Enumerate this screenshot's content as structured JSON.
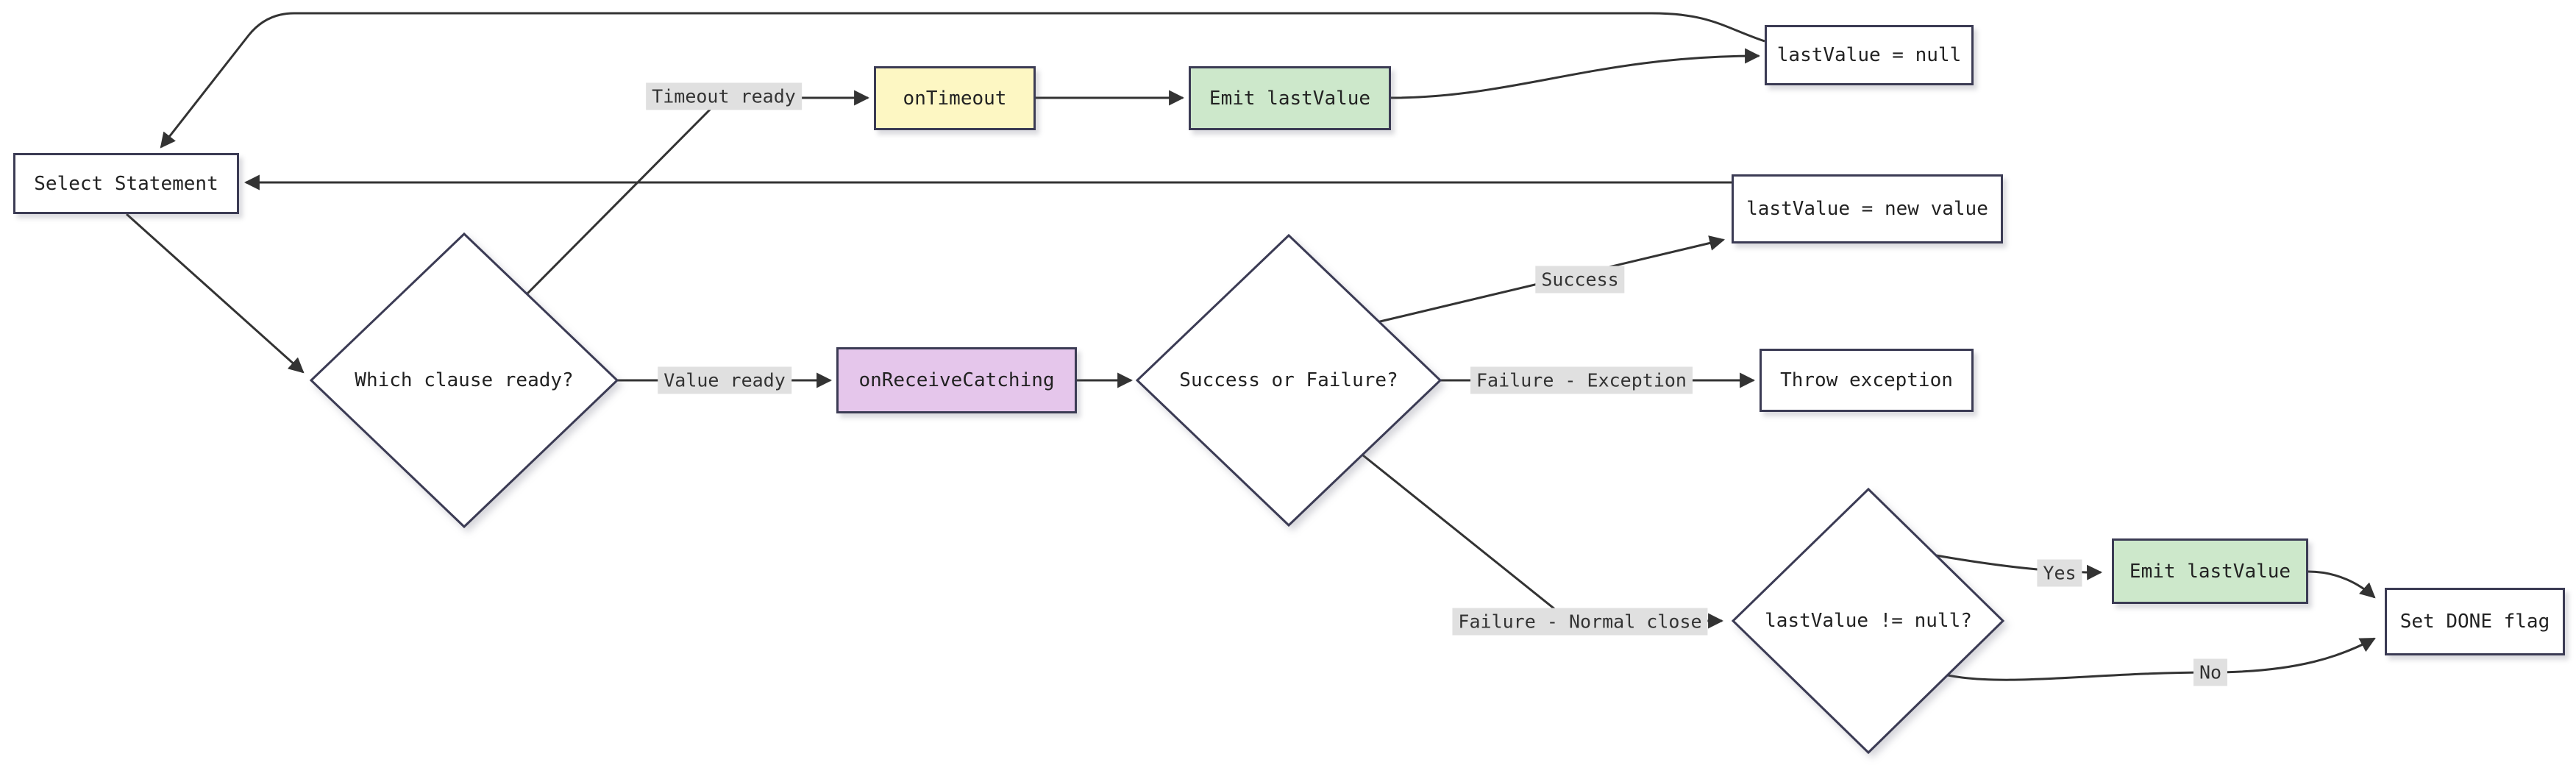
{
  "diagram": {
    "type": "flowchart",
    "nodes": {
      "select_statement": {
        "label": "Select Statement",
        "shape": "rect"
      },
      "which_clause": {
        "label": "Which clause ready?",
        "shape": "diamond"
      },
      "on_timeout": {
        "label": "onTimeout",
        "shape": "rect",
        "fill": "#fdf7c3"
      },
      "emit_last_value_top": {
        "label": "Emit lastValue",
        "shape": "rect",
        "fill": "#cde8cb"
      },
      "last_value_null": {
        "label": "lastValue = null",
        "shape": "rect"
      },
      "on_receive_catching": {
        "label": "onReceiveCatching",
        "shape": "rect",
        "fill": "#e5c6eb"
      },
      "success_or_failure": {
        "label": "Success or Failure?",
        "shape": "diamond"
      },
      "last_value_new": {
        "label": "lastValue = new value",
        "shape": "rect"
      },
      "throw_exception": {
        "label": "Throw exception",
        "shape": "rect"
      },
      "last_value_not_null": {
        "label": "lastValue != null?",
        "shape": "diamond"
      },
      "emit_last_value_bottom": {
        "label": "Emit lastValue",
        "shape": "rect",
        "fill": "#cde8cb"
      },
      "set_done_flag": {
        "label": "Set DONE flag",
        "shape": "rect"
      }
    },
    "edge_labels": {
      "timeout_ready": "Timeout ready",
      "value_ready": "Value ready",
      "success": "Success",
      "failure_exception": "Failure - Exception",
      "failure_normal_close": "Failure - Normal close",
      "yes": "Yes",
      "no": "No"
    },
    "edges": [
      {
        "from": "select_statement",
        "to": "which_clause",
        "label": ""
      },
      {
        "from": "which_clause",
        "to": "on_timeout",
        "label": "Timeout ready"
      },
      {
        "from": "on_timeout",
        "to": "emit_last_value_top",
        "label": ""
      },
      {
        "from": "emit_last_value_top",
        "to": "last_value_null",
        "label": ""
      },
      {
        "from": "last_value_null",
        "to": "select_statement",
        "label": ""
      },
      {
        "from": "which_clause",
        "to": "on_receive_catching",
        "label": "Value ready"
      },
      {
        "from": "on_receive_catching",
        "to": "success_or_failure",
        "label": ""
      },
      {
        "from": "success_or_failure",
        "to": "last_value_new",
        "label": "Success"
      },
      {
        "from": "last_value_new",
        "to": "select_statement",
        "label": ""
      },
      {
        "from": "success_or_failure",
        "to": "throw_exception",
        "label": "Failure - Exception"
      },
      {
        "from": "success_or_failure",
        "to": "last_value_not_null",
        "label": "Failure - Normal close"
      },
      {
        "from": "last_value_not_null",
        "to": "emit_last_value_bottom",
        "label": "Yes"
      },
      {
        "from": "emit_last_value_bottom",
        "to": "set_done_flag",
        "label": ""
      },
      {
        "from": "last_value_not_null",
        "to": "set_done_flag",
        "label": "No"
      }
    ],
    "colors": {
      "node_border": "#3b3b54",
      "node_fill": "#ffffff",
      "timeout_fill": "#fdf7c3",
      "emit_fill": "#cde8cb",
      "receive_fill": "#e5c6eb",
      "edge": "#333333",
      "edge_label_bg": "#e0e0e0",
      "label_text": "#333333",
      "text": "#222222"
    }
  }
}
